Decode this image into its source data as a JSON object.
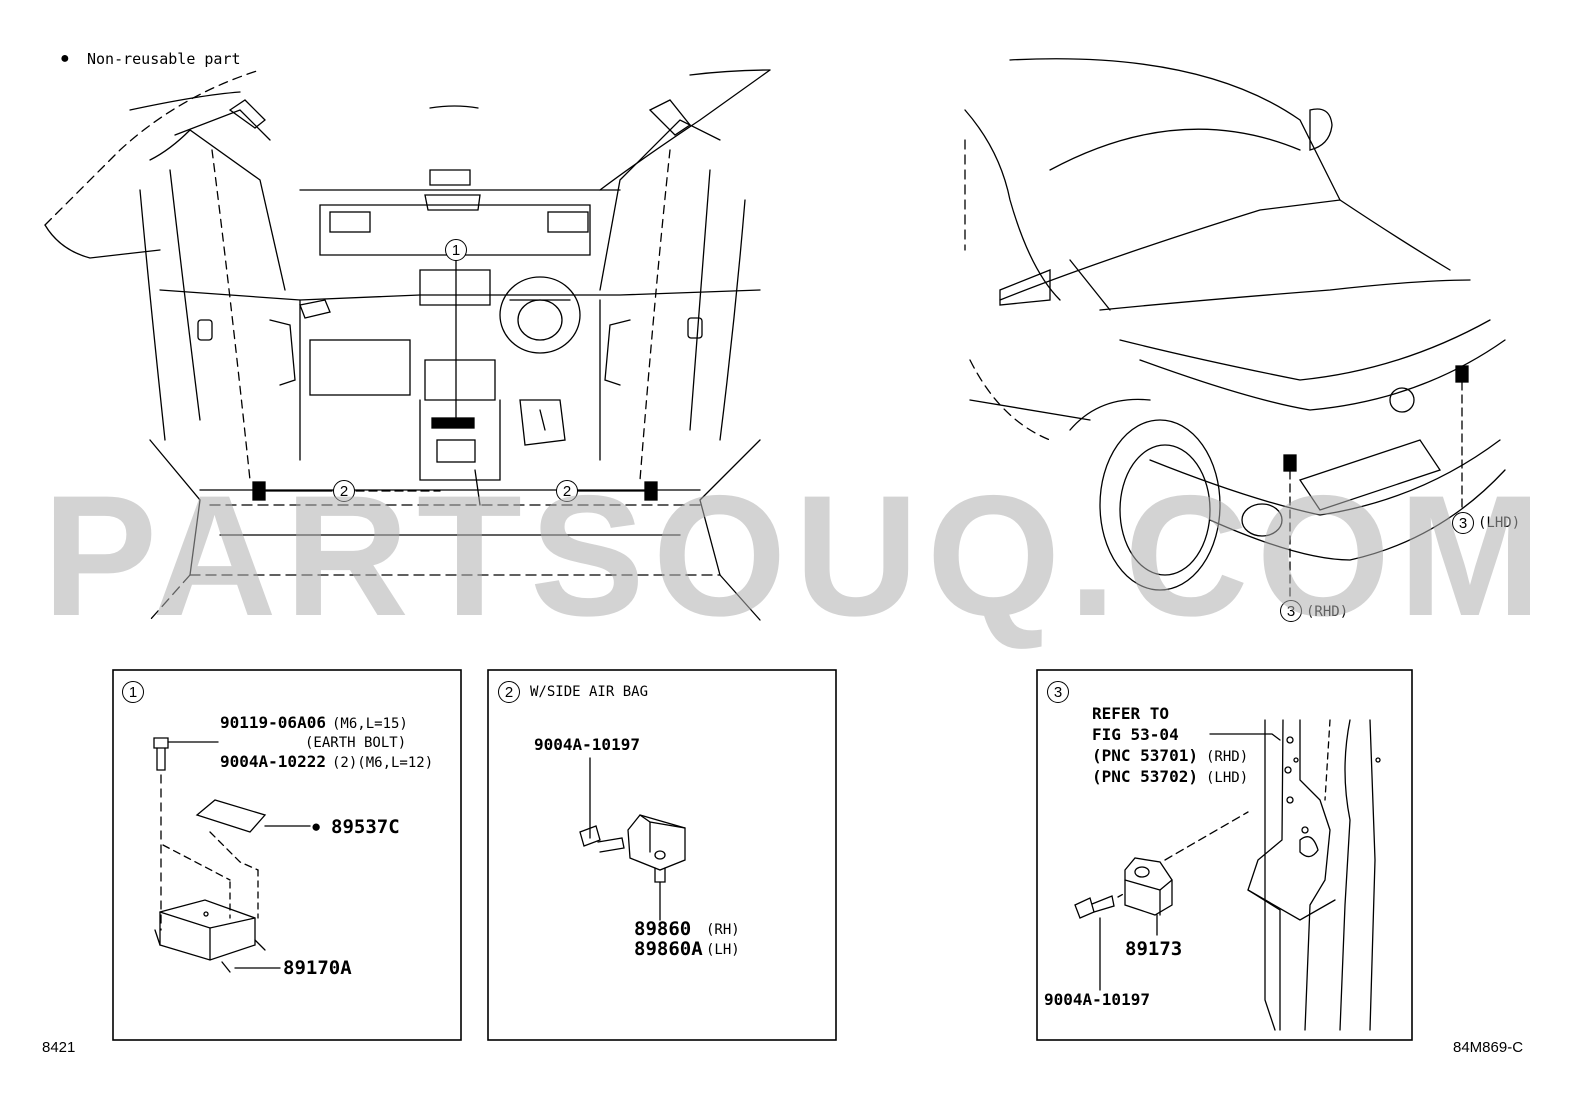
{
  "legend": {
    "bullet": "●",
    "text": "Non-reusable part"
  },
  "watermark": "PARTSOUQ.COM",
  "callouts": {
    "c1": "1",
    "c2": "2",
    "c3": "3",
    "rhd": "(RHD)",
    "lhd": "(LHD)"
  },
  "box1": {
    "number": "1",
    "bolt_pn": "90119-06A06",
    "bolt_spec": "(M6,L=15)",
    "bolt_desc": "(EARTH BOLT)",
    "bolt2_pn": "9004A-10222",
    "bolt2_spec": "(2)(M6,L=12)",
    "label_pn": "89537C",
    "label_bullet": "●",
    "ecu_pn": "89170A"
  },
  "box2": {
    "number": "2",
    "title": "W/SIDE AIR BAG",
    "bolt_pn": "9004A-10197",
    "sensor_rh_pn": "89860",
    "sensor_rh_side": "(RH)",
    "sensor_lh_pn": "89860A",
    "sensor_lh_side": "(LH)"
  },
  "box3": {
    "number": "3",
    "refer_line1": "REFER TO",
    "refer_line2": "FIG 53-04",
    "pnc1": "(PNC 53701)",
    "pnc1_side": "(RHD)",
    "pnc2": "(PNC 53702)",
    "pnc2_side": "(LHD)",
    "sensor_pn": "89173",
    "bolt_pn": "9004A-10197"
  },
  "footer": {
    "left_code": "8421",
    "right_code": "84M869-C"
  }
}
